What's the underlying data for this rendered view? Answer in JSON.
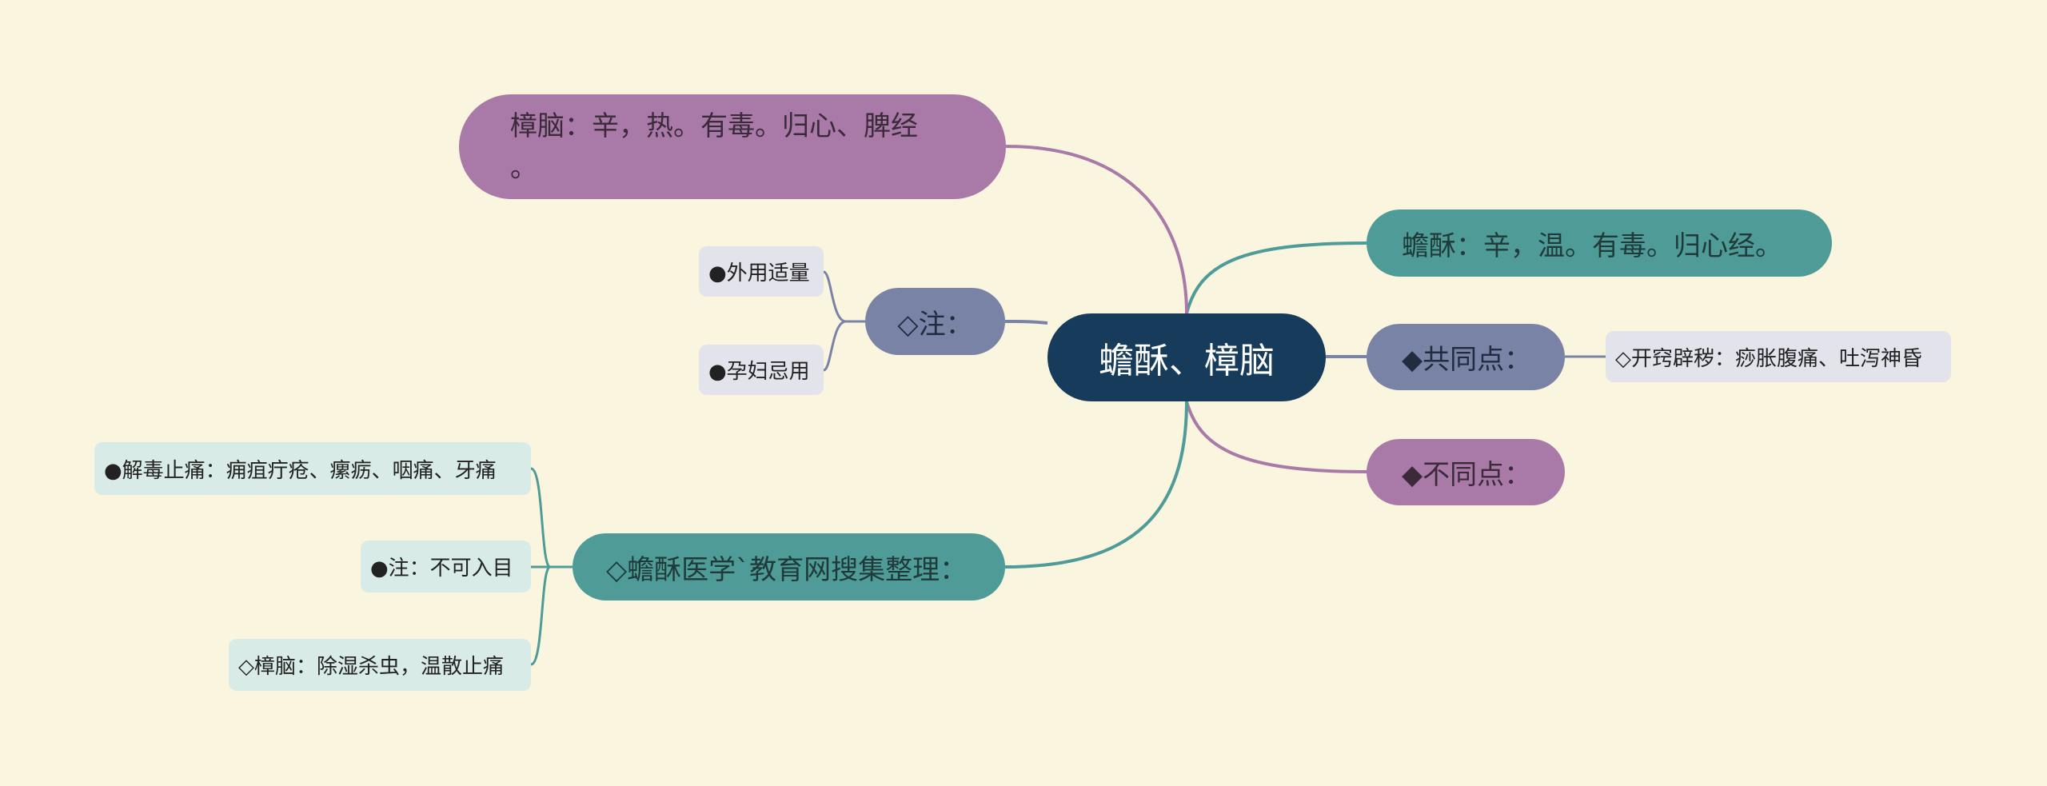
{
  "central_topic": {
    "label": "蟾酥、樟脑"
  },
  "branches": {
    "camphor": {
      "line1": "樟脑：辛，热。有毒。归心、脾经",
      "line2": "。"
    },
    "toad_venom": {
      "label": "蟾酥：辛，温。有毒。归心经。"
    },
    "common_points": {
      "label": "◆共同点：",
      "child": "◇开窍辟秽：痧胀腹痛、吐泻神昏"
    },
    "differences": {
      "label": "◆不同点："
    },
    "note": {
      "label": "◇注：",
      "children": [
        "●外用适量",
        "●孕妇忌用"
      ]
    },
    "collected": {
      "label": "◇蟾酥医学`教育网搜集整理：",
      "children": [
        "●解毒止痛：痈疽疔疮、瘰疬、咽痛、牙痛",
        "●注：不可入目",
        "◇樟脑：除湿杀虫，温散止痛"
      ]
    }
  },
  "colors": {
    "background": "#faf5df",
    "root": "#173b5a",
    "purple": "#a97aa8",
    "teal": "#4e9b98",
    "slate": "#7883a5"
  }
}
